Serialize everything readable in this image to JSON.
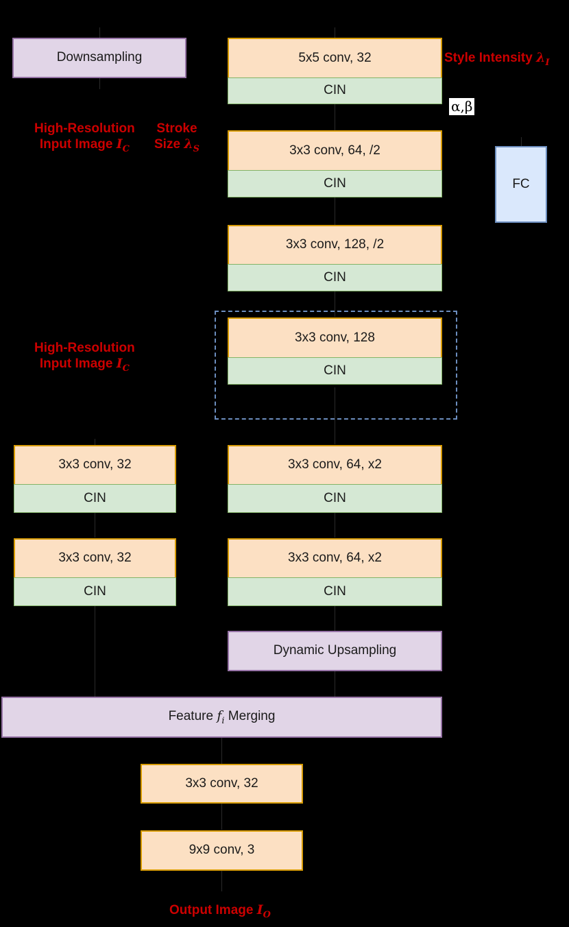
{
  "diagram": {
    "title": "Style transfer network architecture",
    "background_color": "#000000",
    "palette": {
      "conv_fill": "#FCE0C3",
      "conv_border": "#D79B00",
      "cin_fill": "#D5E8D4",
      "cin_border": "#82B366",
      "purple_fill": "#E1D5E7",
      "purple_border": "#9673A6",
      "blue_fill": "#DAE8FC",
      "blue_border": "#6C8EBF",
      "dashed_border": "#6C8EBF",
      "label_red": "#CC0000"
    }
  },
  "blocks": {
    "downsampling": "Downsampling",
    "conv1": "5x5 conv, 32",
    "conv2": "3x3 conv, 64, /2",
    "conv3": "3x3 conv, 128, /2",
    "conv4": "3x3 conv, 128",
    "left_conv1": "3x3 conv, 32",
    "left_conv2": "3x3 conv, 32",
    "right_conv1": "3x3 conv, 64, x2",
    "right_conv2": "3x3 conv, 64, x2",
    "dynamic_upsampling": "Dynamic Upsampling",
    "feature_merging_pre": "Feature ",
    "feature_merging_sym": "f",
    "feature_merging_sub": "i",
    "feature_merging_post": " Merging",
    "out_conv1": "3x3 conv, 32",
    "out_conv2": "9x9 conv, 3",
    "cin": "CIN",
    "fc": "FC"
  },
  "labels": {
    "style_intensity_text": "Style Intensity ",
    "style_intensity_sym": "λ",
    "style_intensity_sub": "I",
    "alpha_beta": "α,β",
    "high_res_line1": "High-Resolution",
    "high_res_line2_pre": "Input Image ",
    "high_res_line2_sym": "I",
    "high_res_line2_sub": "C",
    "stroke_line1": "Stroke",
    "stroke_line2_pre": "Size ",
    "stroke_line2_sym": "λ",
    "stroke_line2_sub": "S",
    "high_res2_line1": "High-Resolution",
    "high_res2_line2_pre": "Input Image ",
    "high_res2_line2_sym": "I",
    "high_res2_line2_sub": "C",
    "output_pre": "Output Image ",
    "output_sym": "I",
    "output_sub": "O"
  }
}
